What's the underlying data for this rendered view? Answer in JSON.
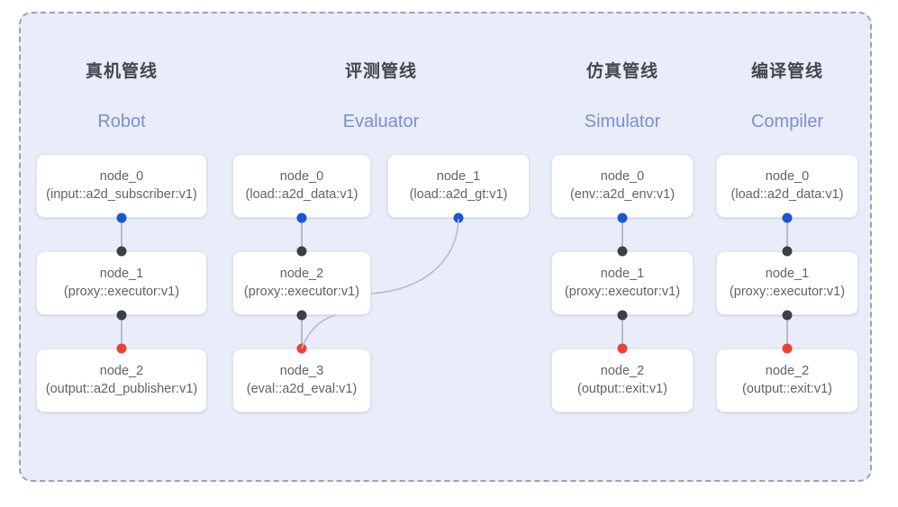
{
  "panel": {
    "background_color": "#e8edf9",
    "border_color": "#9aa3b5"
  },
  "palette": {
    "input_dot": "#1a56d6",
    "link_dot": "#3c4043",
    "output_dot": "#ea4335",
    "edge": "#b6bcc8",
    "subtitle": "#7c8fd2",
    "title": "#41464f"
  },
  "columns": [
    {
      "title": "真机管线",
      "subtitle": "Robot",
      "nodes": [
        {
          "name": "node_0",
          "type": "(input::a2d_subscriber:v1)"
        },
        {
          "name": "node_1",
          "type": "(proxy::executor:v1)"
        },
        {
          "name": "node_2",
          "type": "(output::a2d_publisher:v1)"
        }
      ]
    },
    {
      "title": "评测管线",
      "subtitle": "Evaluator",
      "nodes": [
        {
          "name": "node_0",
          "type": "(load::a2d_data:v1)"
        },
        {
          "name": "node_1",
          "type": "(load::a2d_gt:v1)"
        },
        {
          "name": "node_2",
          "type": "(proxy::executor:v1)"
        },
        {
          "name": "node_3",
          "type": "(eval::a2d_eval:v1)"
        }
      ]
    },
    {
      "title": "仿真管线",
      "subtitle": "Simulator",
      "nodes": [
        {
          "name": "node_0",
          "type": "(env::a2d_env:v1)"
        },
        {
          "name": "node_1",
          "type": "(proxy::executor:v1)"
        },
        {
          "name": "node_2",
          "type": "(output::exit:v1)"
        }
      ]
    },
    {
      "title": "编译管线",
      "subtitle": "Compiler",
      "nodes": [
        {
          "name": "node_0",
          "type": "(load::a2d_data:v1)"
        },
        {
          "name": "node_1",
          "type": "(proxy::executor:v1)"
        },
        {
          "name": "node_2",
          "type": "(output::exit:v1)"
        }
      ]
    }
  ]
}
